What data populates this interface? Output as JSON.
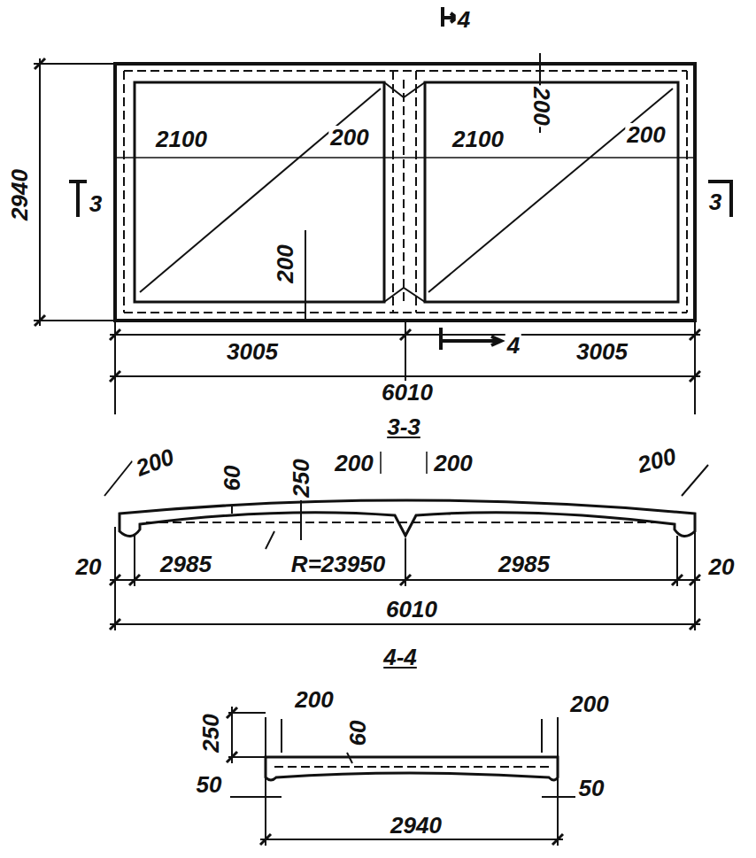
{
  "diagram": {
    "labels": [
      "4",
      "2940",
      "3",
      "2100",
      "200",
      "2100",
      "200",
      "200",
      "200",
      "3",
      "3005",
      "4",
      "3005",
      "6010",
      "3-3",
      "200",
      "60",
      "250",
      "200",
      "200",
      "200",
      "20",
      "2985",
      "R=23950",
      "2985",
      "20",
      "6010",
      "4-4",
      "250",
      "200",
      "60",
      "200",
      "50",
      "50",
      "2940"
    ]
  }
}
